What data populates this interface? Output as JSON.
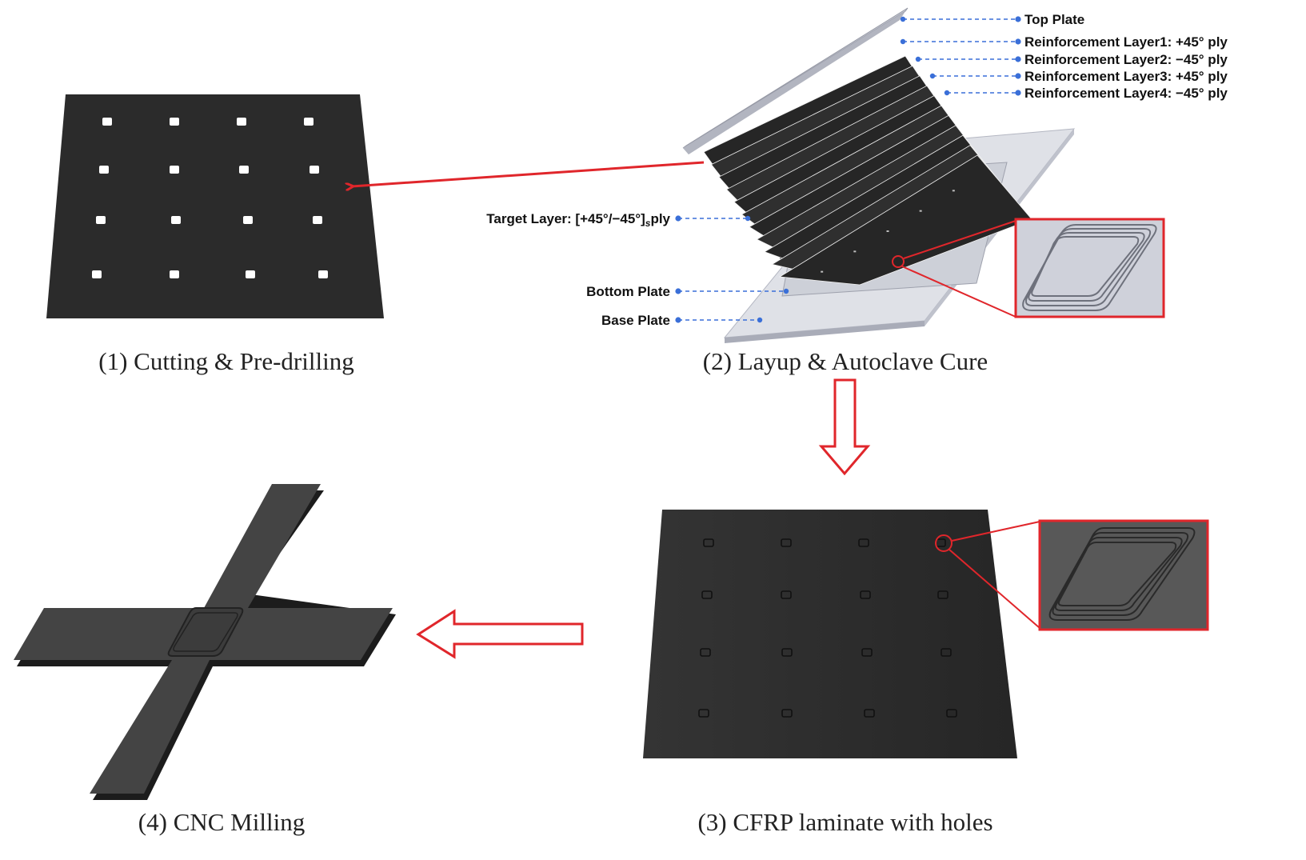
{
  "captions": {
    "step1": "(1) Cutting & Pre-drilling",
    "step2": "(2) Layup & Autoclave Cure",
    "step3": "(3) CFRP laminate with holes",
    "step4": "(4) CNC Milling"
  },
  "layup_labels": {
    "top_plate": "Top Plate",
    "reinforcement1": "Reinforcement Layer1: +45° ply",
    "reinforcement2": "Reinforcement Layer2: −45° ply",
    "reinforcement3": "Reinforcement Layer3: +45° ply",
    "reinforcement4": "Reinforcement Layer4: −45° ply",
    "target_layer_prefix": "Target Layer: [+45°/−45°]",
    "target_layer_subscript": "s",
    "target_layer_suffix": "ply",
    "bottom_plate": "Bottom Plate",
    "base_plate": "Base Plate"
  },
  "colors": {
    "ply": "#2b2b2b",
    "plate": "#c9ccd6",
    "leader": "#3a6fd8",
    "arrow_red": "#e0262b"
  },
  "icons": {
    "step_arrow": "hollow-arrow",
    "transfer_arrow": "red-arrow",
    "detail_zoom": "magnifier-callout"
  }
}
